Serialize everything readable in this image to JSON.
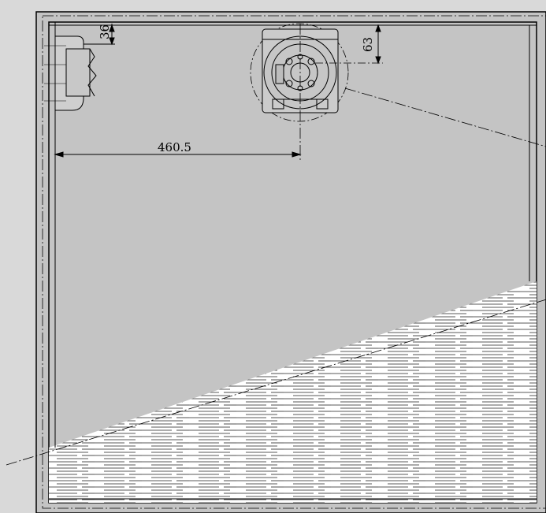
{
  "colors": {
    "background": "#d9d9d9",
    "panel": "#c4c4c4",
    "line": "#000000",
    "hatch": "#ffffff"
  },
  "dimensions": {
    "width_left": "460.5",
    "top_left": "36",
    "top_right": "63"
  },
  "icons": {
    "bracket": "wall-bracket-icon",
    "fixture": "round-fixture-plate-icon"
  }
}
